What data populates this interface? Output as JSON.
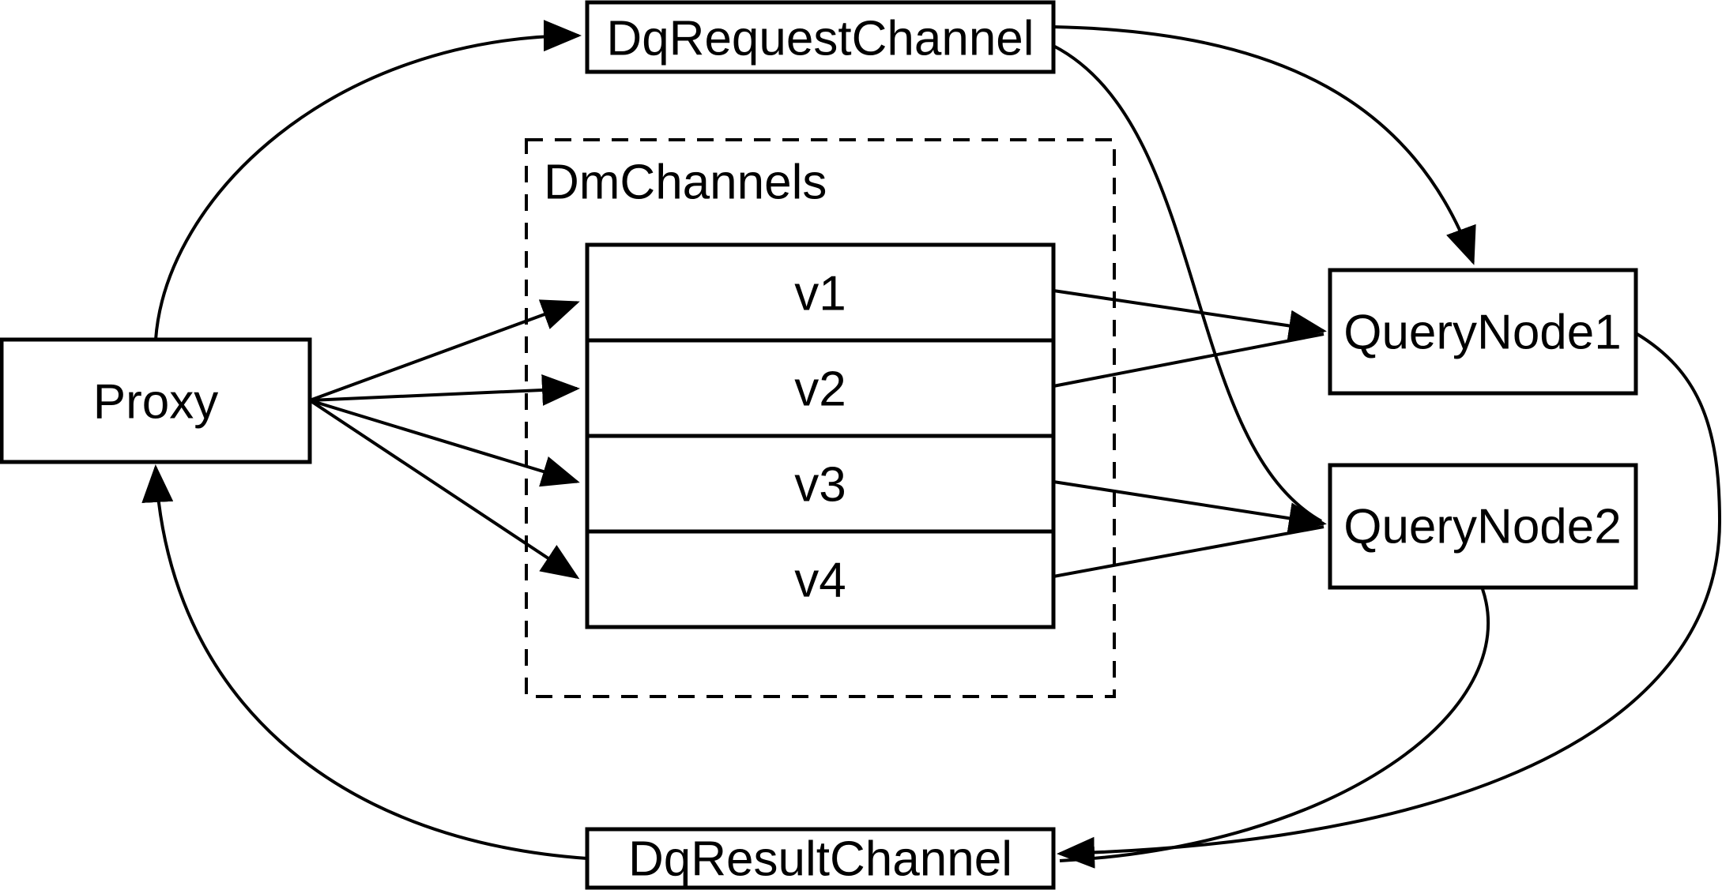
{
  "diagram": {
    "background": "#ffffff",
    "stroke_color": "#000000",
    "nodes": {
      "proxy": {
        "label": "Proxy"
      },
      "dq_request_channel": {
        "label": "DqRequestChannel"
      },
      "dm_channels_group": {
        "label": "DmChannels"
      },
      "channels": [
        {
          "label": "v1"
        },
        {
          "label": "v2"
        },
        {
          "label": "v3"
        },
        {
          "label": "v4"
        }
      ],
      "query_node_1": {
        "label": "QueryNode1"
      },
      "query_node_2": {
        "label": "QueryNode2"
      },
      "dq_result_channel": {
        "label": "DqResultChannel"
      }
    },
    "edges": [
      {
        "from": "Proxy",
        "to": "DqRequestChannel"
      },
      {
        "from": "DqRequestChannel",
        "to": "QueryNode1"
      },
      {
        "from": "DqRequestChannel",
        "to": "QueryNode2"
      },
      {
        "from": "Proxy",
        "to": "v1"
      },
      {
        "from": "Proxy",
        "to": "v2"
      },
      {
        "from": "Proxy",
        "to": "v3"
      },
      {
        "from": "Proxy",
        "to": "v4"
      },
      {
        "from": "v1",
        "to": "QueryNode1"
      },
      {
        "from": "v2",
        "to": "QueryNode1"
      },
      {
        "from": "v3",
        "to": "QueryNode2"
      },
      {
        "from": "v4",
        "to": "QueryNode2"
      },
      {
        "from": "QueryNode1",
        "to": "DqResultChannel"
      },
      {
        "from": "QueryNode2",
        "to": "DqResultChannel"
      },
      {
        "from": "DqResultChannel",
        "to": "Proxy"
      }
    ]
  }
}
